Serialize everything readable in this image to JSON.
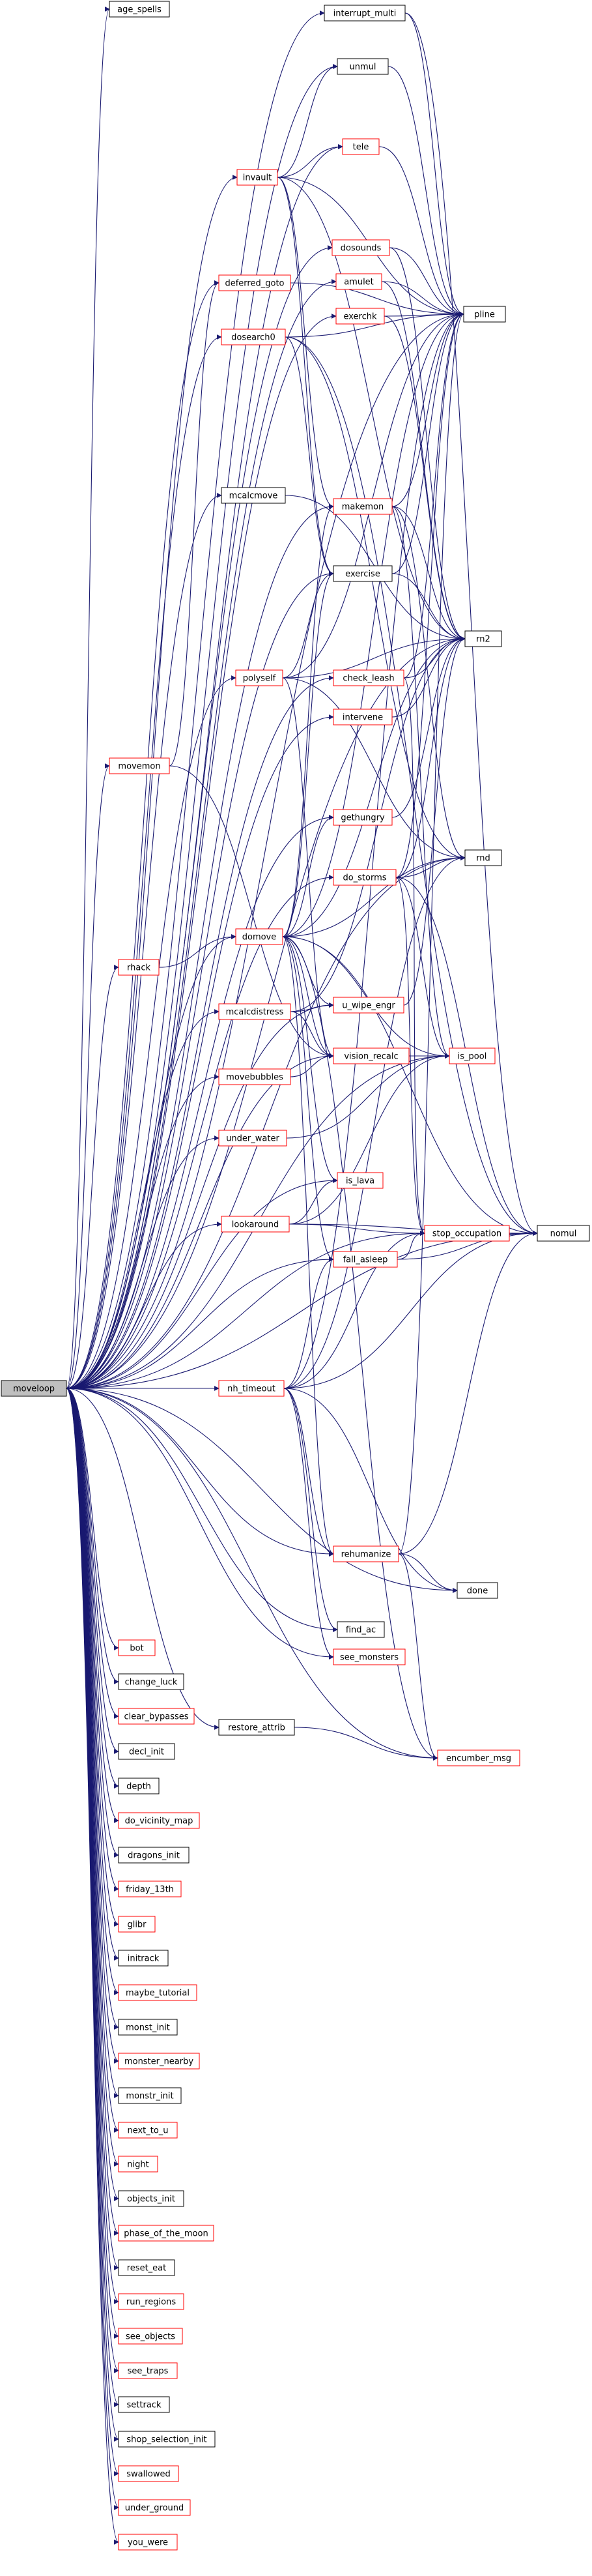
{
  "colors": {
    "edge": "#191970",
    "node_border_black": "#000000",
    "node_border_red": "#ff0000",
    "root_fill": "#bfbfbf",
    "node_fill": "#ffffff"
  },
  "root": "moveloop",
  "nodes": [
    {
      "id": "moveloop",
      "label": "moveloop",
      "border": "black",
      "root": true
    },
    {
      "id": "age_spells",
      "label": "age_spells",
      "border": "black"
    },
    {
      "id": "interrupt_multi",
      "label": "interrupt_multi",
      "border": "black"
    },
    {
      "id": "unmul",
      "label": "unmul",
      "border": "black"
    },
    {
      "id": "invault",
      "label": "invault",
      "border": "red"
    },
    {
      "id": "tele",
      "label": "tele",
      "border": "red"
    },
    {
      "id": "dosounds",
      "label": "dosounds",
      "border": "red"
    },
    {
      "id": "deferred_goto",
      "label": "deferred_goto",
      "border": "red"
    },
    {
      "id": "amulet",
      "label": "amulet",
      "border": "red"
    },
    {
      "id": "exerchk",
      "label": "exerchk",
      "border": "red"
    },
    {
      "id": "pline",
      "label": "pline",
      "border": "black"
    },
    {
      "id": "dosearch0",
      "label": "dosearch0",
      "border": "red"
    },
    {
      "id": "mcalcmove",
      "label": "mcalcmove",
      "border": "black"
    },
    {
      "id": "makemon",
      "label": "makemon",
      "border": "red"
    },
    {
      "id": "exercise",
      "label": "exercise",
      "border": "black"
    },
    {
      "id": "polyself",
      "label": "polyself",
      "border": "red"
    },
    {
      "id": "check_leash",
      "label": "check_leash",
      "border": "red"
    },
    {
      "id": "rn2",
      "label": "rn2",
      "border": "black"
    },
    {
      "id": "intervene",
      "label": "intervene",
      "border": "red"
    },
    {
      "id": "movemon",
      "label": "movemon",
      "border": "red"
    },
    {
      "id": "gethungry",
      "label": "gethungry",
      "border": "red"
    },
    {
      "id": "rnd",
      "label": "rnd",
      "border": "black"
    },
    {
      "id": "do_storms",
      "label": "do_storms",
      "border": "red"
    },
    {
      "id": "domove",
      "label": "domove",
      "border": "red"
    },
    {
      "id": "rhack",
      "label": "rhack",
      "border": "red"
    },
    {
      "id": "u_wipe_engr",
      "label": "u_wipe_engr",
      "border": "red"
    },
    {
      "id": "mcalcdistress",
      "label": "mcalcdistress",
      "border": "red"
    },
    {
      "id": "vision_recalc",
      "label": "vision_recalc",
      "border": "red"
    },
    {
      "id": "is_pool",
      "label": "is_pool",
      "border": "red"
    },
    {
      "id": "movebubbles",
      "label": "movebubbles",
      "border": "red"
    },
    {
      "id": "under_water",
      "label": "under_water",
      "border": "red"
    },
    {
      "id": "is_lava",
      "label": "is_lava",
      "border": "red"
    },
    {
      "id": "lookaround",
      "label": "lookaround",
      "border": "red"
    },
    {
      "id": "stop_occupation",
      "label": "stop_occupation",
      "border": "red"
    },
    {
      "id": "nomul",
      "label": "nomul",
      "border": "black"
    },
    {
      "id": "fall_asleep",
      "label": "fall_asleep",
      "border": "red"
    },
    {
      "id": "nh_timeout",
      "label": "nh_timeout",
      "border": "red"
    },
    {
      "id": "rehumanize",
      "label": "rehumanize",
      "border": "red"
    },
    {
      "id": "done",
      "label": "done",
      "border": "black"
    },
    {
      "id": "find_ac",
      "label": "find_ac",
      "border": "black"
    },
    {
      "id": "see_monsters",
      "label": "see_monsters",
      "border": "red"
    },
    {
      "id": "restore_attrib",
      "label": "restore_attrib",
      "border": "black"
    },
    {
      "id": "encumber_msg",
      "label": "encumber_msg",
      "border": "red"
    },
    {
      "id": "bot",
      "label": "bot",
      "border": "red"
    },
    {
      "id": "change_luck",
      "label": "change_luck",
      "border": "black"
    },
    {
      "id": "clear_bypasses",
      "label": "clear_bypasses",
      "border": "red"
    },
    {
      "id": "decl_init",
      "label": "decl_init",
      "border": "black"
    },
    {
      "id": "depth",
      "label": "depth",
      "border": "black"
    },
    {
      "id": "do_vicinity_map",
      "label": "do_vicinity_map",
      "border": "red"
    },
    {
      "id": "dragons_init",
      "label": "dragons_init",
      "border": "black"
    },
    {
      "id": "friday_13th",
      "label": "friday_13th",
      "border": "red"
    },
    {
      "id": "glibr",
      "label": "glibr",
      "border": "red"
    },
    {
      "id": "initrack",
      "label": "initrack",
      "border": "black"
    },
    {
      "id": "maybe_tutorial",
      "label": "maybe_tutorial",
      "border": "red"
    },
    {
      "id": "monst_init",
      "label": "monst_init",
      "border": "black"
    },
    {
      "id": "monster_nearby",
      "label": "monster_nearby",
      "border": "red"
    },
    {
      "id": "monstr_init",
      "label": "monstr_init",
      "border": "black"
    },
    {
      "id": "next_to_u",
      "label": "next_to_u",
      "border": "red"
    },
    {
      "id": "night",
      "label": "night",
      "border": "red"
    },
    {
      "id": "objects_init",
      "label": "objects_init",
      "border": "black"
    },
    {
      "id": "phase_of_the_moon",
      "label": "phase_of_the_moon",
      "border": "red"
    },
    {
      "id": "reset_eat",
      "label": "reset_eat",
      "border": "black"
    },
    {
      "id": "run_regions",
      "label": "run_regions",
      "border": "red"
    },
    {
      "id": "see_objects",
      "label": "see_objects",
      "border": "red"
    },
    {
      "id": "see_traps",
      "label": "see_traps",
      "border": "red"
    },
    {
      "id": "settrack",
      "label": "settrack",
      "border": "black"
    },
    {
      "id": "shop_selection_init",
      "label": "shop_selection_init",
      "border": "black"
    },
    {
      "id": "swallowed",
      "label": "swallowed",
      "border": "red"
    },
    {
      "id": "under_ground",
      "label": "under_ground",
      "border": "red"
    },
    {
      "id": "you_were",
      "label": "you_were",
      "border": "red"
    }
  ],
  "edges": [
    [
      "moveloop",
      "age_spells"
    ],
    [
      "moveloop",
      "interrupt_multi"
    ],
    [
      "moveloop",
      "unmul"
    ],
    [
      "moveloop",
      "invault"
    ],
    [
      "moveloop",
      "tele"
    ],
    [
      "moveloop",
      "dosounds"
    ],
    [
      "moveloop",
      "deferred_goto"
    ],
    [
      "moveloop",
      "amulet"
    ],
    [
      "moveloop",
      "exerchk"
    ],
    [
      "moveloop",
      "pline"
    ],
    [
      "moveloop",
      "dosearch0"
    ],
    [
      "moveloop",
      "mcalcmove"
    ],
    [
      "moveloop",
      "makemon"
    ],
    [
      "moveloop",
      "exercise"
    ],
    [
      "moveloop",
      "polyself"
    ],
    [
      "moveloop",
      "check_leash"
    ],
    [
      "moveloop",
      "rn2"
    ],
    [
      "moveloop",
      "intervene"
    ],
    [
      "moveloop",
      "movemon"
    ],
    [
      "moveloop",
      "gethungry"
    ],
    [
      "moveloop",
      "rnd"
    ],
    [
      "moveloop",
      "do_storms"
    ],
    [
      "moveloop",
      "domove"
    ],
    [
      "moveloop",
      "rhack"
    ],
    [
      "moveloop",
      "u_wipe_engr"
    ],
    [
      "moveloop",
      "mcalcdistress"
    ],
    [
      "moveloop",
      "vision_recalc"
    ],
    [
      "moveloop",
      "is_pool"
    ],
    [
      "moveloop",
      "movebubbles"
    ],
    [
      "moveloop",
      "under_water"
    ],
    [
      "moveloop",
      "is_lava"
    ],
    [
      "moveloop",
      "lookaround"
    ],
    [
      "moveloop",
      "stop_occupation"
    ],
    [
      "moveloop",
      "nomul"
    ],
    [
      "moveloop",
      "fall_asleep"
    ],
    [
      "moveloop",
      "nh_timeout"
    ],
    [
      "moveloop",
      "rehumanize"
    ],
    [
      "moveloop",
      "done"
    ],
    [
      "moveloop",
      "find_ac"
    ],
    [
      "moveloop",
      "see_monsters"
    ],
    [
      "moveloop",
      "restore_attrib"
    ],
    [
      "moveloop",
      "encumber_msg"
    ],
    [
      "moveloop",
      "bot"
    ],
    [
      "moveloop",
      "change_luck"
    ],
    [
      "moveloop",
      "clear_bypasses"
    ],
    [
      "moveloop",
      "decl_init"
    ],
    [
      "moveloop",
      "depth"
    ],
    [
      "moveloop",
      "do_vicinity_map"
    ],
    [
      "moveloop",
      "dragons_init"
    ],
    [
      "moveloop",
      "friday_13th"
    ],
    [
      "moveloop",
      "glibr"
    ],
    [
      "moveloop",
      "initrack"
    ],
    [
      "moveloop",
      "maybe_tutorial"
    ],
    [
      "moveloop",
      "monst_init"
    ],
    [
      "moveloop",
      "monster_nearby"
    ],
    [
      "moveloop",
      "monstr_init"
    ],
    [
      "moveloop",
      "next_to_u"
    ],
    [
      "moveloop",
      "night"
    ],
    [
      "moveloop",
      "objects_init"
    ],
    [
      "moveloop",
      "phase_of_the_moon"
    ],
    [
      "moveloop",
      "reset_eat"
    ],
    [
      "moveloop",
      "run_regions"
    ],
    [
      "moveloop",
      "see_objects"
    ],
    [
      "moveloop",
      "see_traps"
    ],
    [
      "moveloop",
      "settrack"
    ],
    [
      "moveloop",
      "shop_selection_init"
    ],
    [
      "moveloop",
      "swallowed"
    ],
    [
      "moveloop",
      "under_ground"
    ],
    [
      "moveloop",
      "you_were"
    ],
    [
      "interrupt_multi",
      "pline"
    ],
    [
      "interrupt_multi",
      "nomul"
    ],
    [
      "invault",
      "unmul"
    ],
    [
      "invault",
      "tele"
    ],
    [
      "invault",
      "pline"
    ],
    [
      "invault",
      "makemon"
    ],
    [
      "invault",
      "rn2"
    ],
    [
      "invault",
      "exercise"
    ],
    [
      "tele",
      "pline"
    ],
    [
      "unmul",
      "pline"
    ],
    [
      "dosounds",
      "pline"
    ],
    [
      "dosounds",
      "rn2"
    ],
    [
      "deferred_goto",
      "pline"
    ],
    [
      "amulet",
      "pline"
    ],
    [
      "amulet",
      "rn2"
    ],
    [
      "exerchk",
      "pline"
    ],
    [
      "exerchk",
      "rn2"
    ],
    [
      "dosearch0",
      "exercise"
    ],
    [
      "dosearch0",
      "pline"
    ],
    [
      "dosearch0",
      "rnd"
    ],
    [
      "dosearch0",
      "nomul"
    ],
    [
      "mcalcmove",
      "rn2"
    ],
    [
      "makemon",
      "pline"
    ],
    [
      "makemon",
      "rn2"
    ],
    [
      "makemon",
      "rnd"
    ],
    [
      "makemon",
      "is_pool"
    ],
    [
      "exercise",
      "rn2"
    ],
    [
      "exercise",
      "pline"
    ],
    [
      "polyself",
      "exercise"
    ],
    [
      "polyself",
      "pline"
    ],
    [
      "polyself",
      "rn2"
    ],
    [
      "polyself",
      "rnd"
    ],
    [
      "polyself",
      "vision_recalc"
    ],
    [
      "check_leash",
      "pline"
    ],
    [
      "check_leash",
      "rn2"
    ],
    [
      "check_leash",
      "stop_occupation"
    ],
    [
      "intervene",
      "rn2"
    ],
    [
      "movemon",
      "deferred_goto"
    ],
    [
      "movemon",
      "vision_recalc"
    ],
    [
      "gethungry",
      "rn2"
    ],
    [
      "do_storms",
      "rn2"
    ],
    [
      "do_storms",
      "rnd"
    ],
    [
      "do_storms",
      "pline"
    ],
    [
      "do_storms",
      "is_pool"
    ],
    [
      "do_storms",
      "nomul"
    ],
    [
      "do_storms",
      "stop_occupation"
    ],
    [
      "domove",
      "exercise"
    ],
    [
      "domove",
      "makemon"
    ],
    [
      "domove",
      "pline"
    ],
    [
      "domove",
      "rn2"
    ],
    [
      "domove",
      "rnd"
    ],
    [
      "domove",
      "u_wipe_engr"
    ],
    [
      "domove",
      "vision_recalc"
    ],
    [
      "domove",
      "is_pool"
    ],
    [
      "domove",
      "is_lava"
    ],
    [
      "domove",
      "nomul"
    ],
    [
      "domove",
      "fall_asleep"
    ],
    [
      "domove",
      "encumber_msg"
    ],
    [
      "domove",
      "gethungry"
    ],
    [
      "domove",
      "rehumanize"
    ],
    [
      "rhack",
      "domove"
    ],
    [
      "u_wipe_engr",
      "rn2"
    ],
    [
      "mcalcdistress",
      "vision_recalc"
    ],
    [
      "mcalcdistress",
      "u_wipe_engr"
    ],
    [
      "mcalcdistress",
      "rn2"
    ],
    [
      "vision_recalc",
      "is_pool"
    ],
    [
      "movebubbles",
      "vision_recalc"
    ],
    [
      "under_water",
      "is_pool"
    ],
    [
      "lookaround",
      "is_lava"
    ],
    [
      "lookaround",
      "nomul"
    ],
    [
      "lookaround",
      "is_pool"
    ],
    [
      "lookaround",
      "stop_occupation"
    ],
    [
      "stop_occupation",
      "nomul"
    ],
    [
      "fall_asleep",
      "nomul"
    ],
    [
      "fall_asleep",
      "stop_occupation"
    ],
    [
      "nh_timeout",
      "fall_asleep"
    ],
    [
      "nh_timeout",
      "rehumanize"
    ],
    [
      "nh_timeout",
      "done"
    ],
    [
      "nh_timeout",
      "find_ac"
    ],
    [
      "nh_timeout",
      "see_monsters"
    ],
    [
      "nh_timeout",
      "nomul"
    ],
    [
      "nh_timeout",
      "rnd"
    ],
    [
      "nh_timeout",
      "stop_occupation"
    ],
    [
      "nh_timeout",
      "pline"
    ],
    [
      "rehumanize",
      "done"
    ],
    [
      "rehumanize",
      "nomul"
    ],
    [
      "rehumanize",
      "encumber_msg"
    ],
    [
      "rehumanize",
      "pline"
    ],
    [
      "restore_attrib",
      "encumber_msg"
    ]
  ]
}
